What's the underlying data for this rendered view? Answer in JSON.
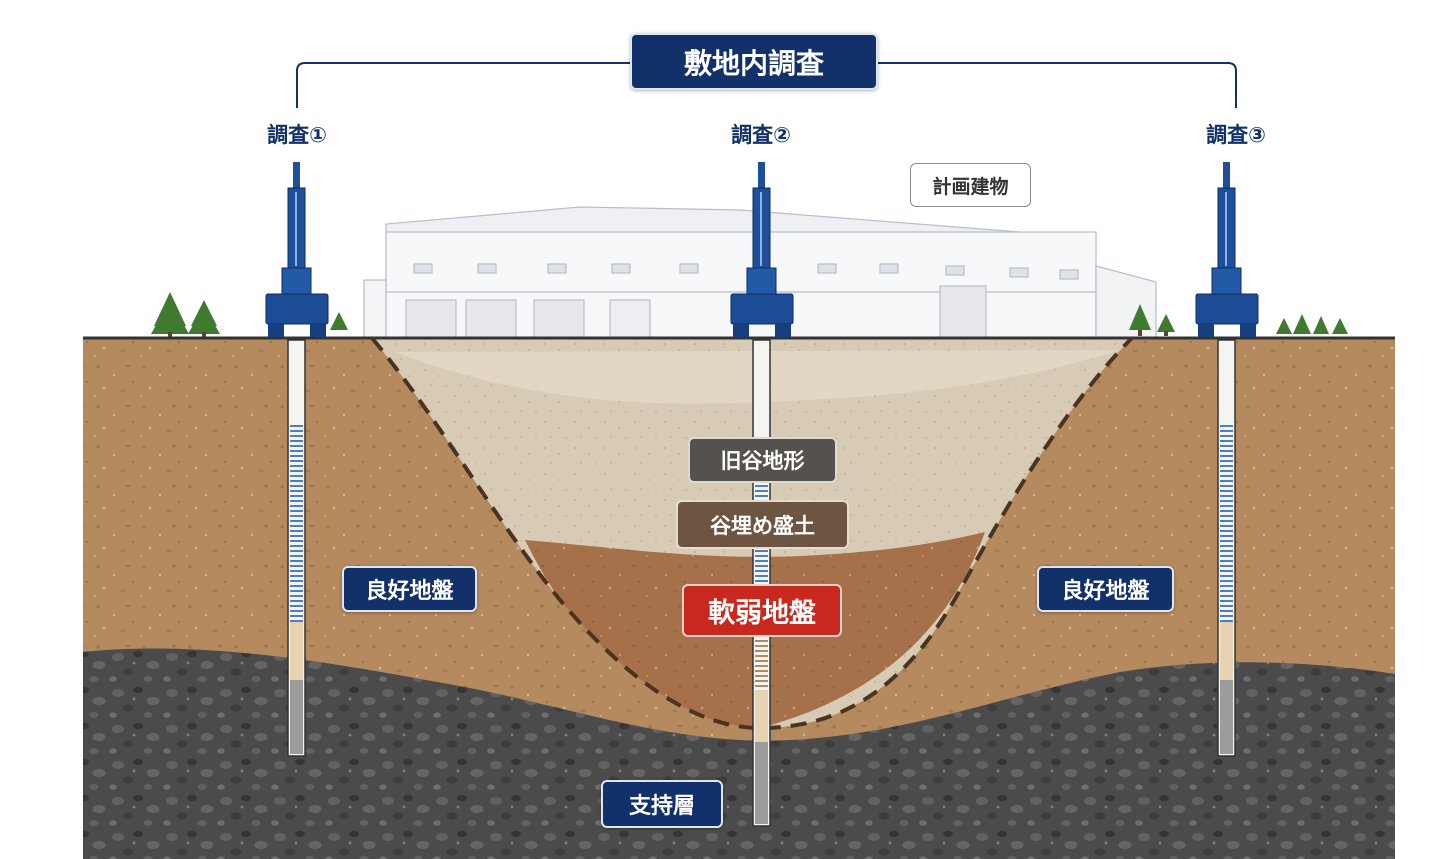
{
  "header": {
    "title": "敷地内調査"
  },
  "surveys": [
    {
      "label": "調査①"
    },
    {
      "label": "調査②"
    },
    {
      "label": "調査③"
    }
  ],
  "building": {
    "label": "計画建物"
  },
  "layers": {
    "old_valley": "旧谷地形",
    "fill": "谷埋め盛土",
    "soft": "軟弱地盤",
    "good_left": "良好地盤",
    "good_right": "良好地盤",
    "support": "支持層"
  },
  "colors": {
    "navy": "#12306a",
    "good_ground": "#b48a5e",
    "fill_light": "#d8cbb6",
    "soft_ground": "#a5704a",
    "support_layer": "#4b4b4b",
    "accent_red": "#c8281d"
  }
}
